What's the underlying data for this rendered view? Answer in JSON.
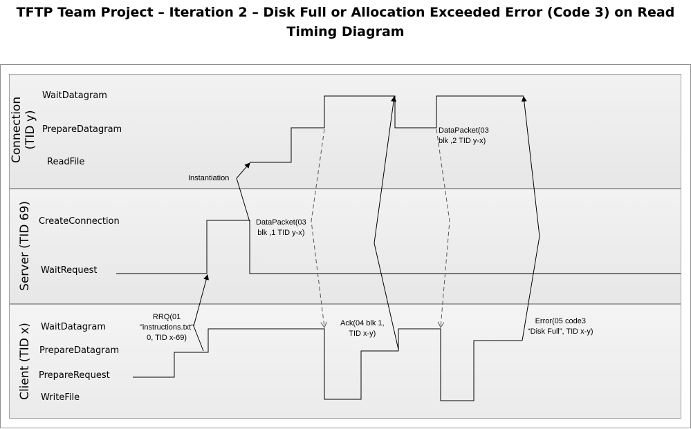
{
  "title": {
    "line1": "TFTP Team Project – Iteration 2 – Disk Full or Allocation Exceeded Error (Code 3) on Read",
    "line2": "Timing Diagram"
  },
  "lanes": {
    "connection": {
      "name_line1": "Connection",
      "name_line2": "(TID y)",
      "states": [
        "WaitDatagram",
        "PrepareDatagram",
        "ReadFile"
      ]
    },
    "server": {
      "name": "Server (TID 69)",
      "states": [
        "CreateConnection",
        "WaitRequest"
      ]
    },
    "client": {
      "name": "Client (TID x)",
      "states": [
        "WaitDatagram",
        "PrepareDatagram",
        "PrepareRequest",
        "WriteFile"
      ]
    }
  },
  "messages": {
    "rrq": [
      "RRQ(01",
      "\"instructions.txt\"",
      "0, TID x-69)"
    ],
    "instantiation": "Instantiation",
    "data1": [
      "DataPacket(03",
      "blk ,1 TID y-x)"
    ],
    "ack": [
      "Ack(04 blk 1,",
      "TID x-y)"
    ],
    "data2": [
      "DataPacket(03",
      "blk ,2 TID y-x)"
    ],
    "error": [
      "Error(05 code3",
      "“Disk Full”, TID x-y)"
    ]
  },
  "colors": {
    "line": "#000000",
    "dashed": "#555555",
    "lane_fill": "#ececec",
    "lane_border": "#a0a0a0"
  }
}
